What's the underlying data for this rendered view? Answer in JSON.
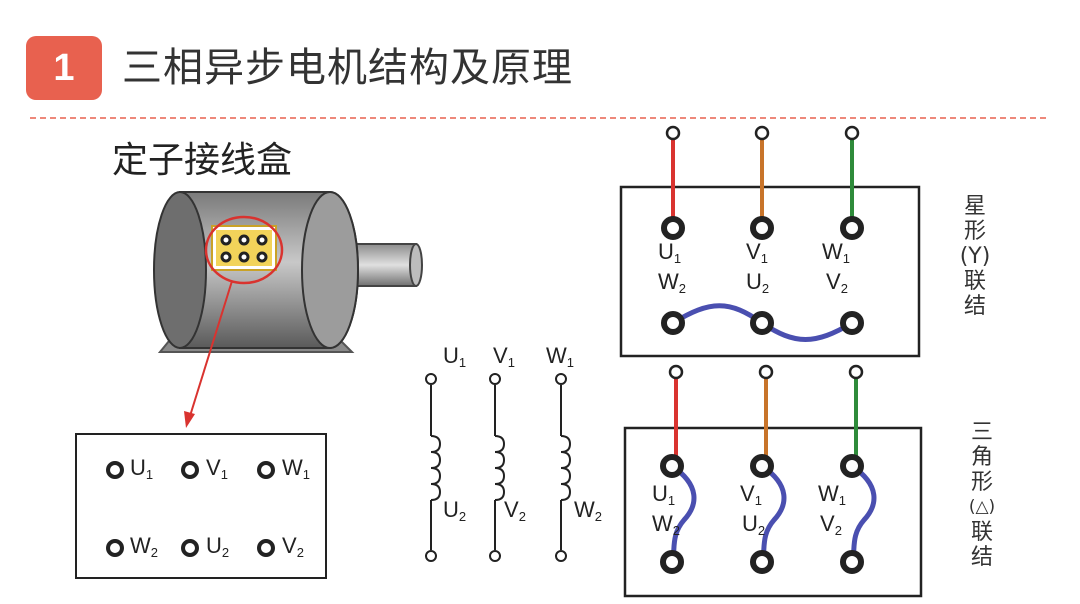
{
  "badge": "1",
  "title": "三相异步电机结构及原理",
  "subtitle": "定子接线盒",
  "star_label": [
    "星",
    "形",
    "(Y)",
    "联",
    "结"
  ],
  "delta_label": [
    "三",
    "角",
    "形",
    "(△)",
    "联",
    "结"
  ],
  "colors": {
    "accent": "#e8614f",
    "phase_u": "#d9332f",
    "phase_v": "#c8742a",
    "phase_w": "#2e8b3a",
    "jumper": "#4a4fb0"
  },
  "terminal_box": {
    "top_row": [
      {
        "letter": "U",
        "sub": "1"
      },
      {
        "letter": "V",
        "sub": "1"
      },
      {
        "letter": "W",
        "sub": "1"
      }
    ],
    "bottom_row": [
      {
        "letter": "W",
        "sub": "2"
      },
      {
        "letter": "U",
        "sub": "2"
      },
      {
        "letter": "V",
        "sub": "2"
      }
    ]
  },
  "windings": {
    "top": [
      {
        "letter": "U",
        "sub": "1"
      },
      {
        "letter": "V",
        "sub": "1"
      },
      {
        "letter": "W",
        "sub": "1"
      }
    ],
    "bottom": [
      {
        "letter": "U",
        "sub": "2"
      },
      {
        "letter": "V",
        "sub": "2"
      },
      {
        "letter": "W",
        "sub": "2"
      }
    ]
  },
  "star": {
    "top": [
      {
        "letter": "U",
        "sub": "1"
      },
      {
        "letter": "V",
        "sub": "1"
      },
      {
        "letter": "W",
        "sub": "1"
      }
    ],
    "second": [
      {
        "letter": "W",
        "sub": "2"
      },
      {
        "letter": "U",
        "sub": "2"
      },
      {
        "letter": "V",
        "sub": "2"
      }
    ]
  },
  "delta": {
    "top": [
      {
        "letter": "U",
        "sub": "1"
      },
      {
        "letter": "V",
        "sub": "1"
      },
      {
        "letter": "W",
        "sub": "1"
      }
    ],
    "second": [
      {
        "letter": "W",
        "sub": "2"
      },
      {
        "letter": "U",
        "sub": "2"
      },
      {
        "letter": "V",
        "sub": "2"
      }
    ]
  }
}
